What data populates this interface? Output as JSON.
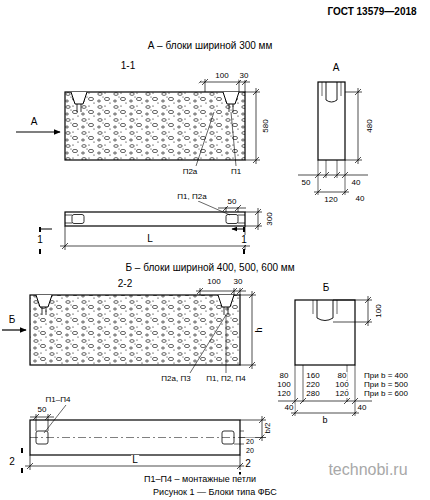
{
  "diagram": {
    "title": "ГОСТ 13579—2018",
    "caption": "Рисунок 1 — Блоки типа ФБС",
    "labels": [
      "А – блоки шириной 300 мм",
      "1-1",
      "А",
      "100",
      "30",
      "580",
      "А",
      "480",
      "П2а",
      "П1",
      "50",
      "40",
      "40",
      "120",
      "П1, П2а",
      "50",
      "300",
      "1",
      "1",
      "L",
      "Б – блоки шириной 400, 500, 600 мм",
      "2-2",
      "Б",
      "100",
      "30",
      "h",
      "Б",
      "П2а, П3",
      "П1, П2, П4",
      "100",
      "80",
      "160",
      "80",
      "При b = 400",
      "100",
      "220",
      "100",
      "При b = 500",
      "120",
      "280",
      "120",
      "При b = 600",
      "40",
      "40",
      "b",
      "П1–П4",
      "50",
      "20",
      "20",
      "b/2",
      "2",
      "2",
      "L",
      "П1–П4 – монтажные петли",
      "technobi.ru"
    ]
  }
}
